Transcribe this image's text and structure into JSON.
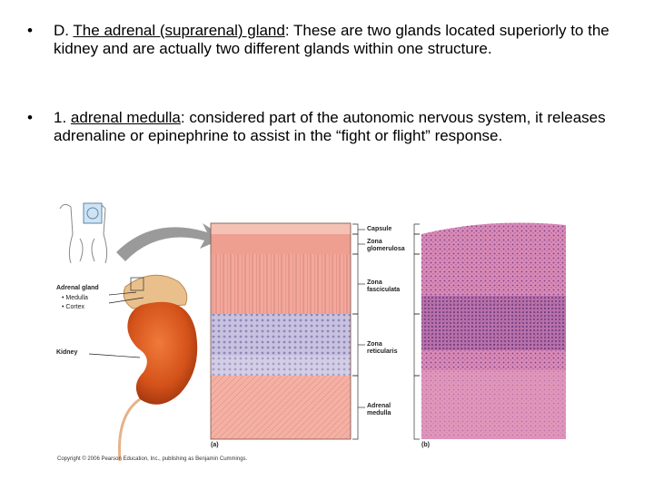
{
  "bullets": [
    {
      "marker": "•",
      "prefix": "D. ",
      "term": "The adrenal (suprarenal) gland",
      "text": ": These are two glands located superiorly to the kidney and are actually two different glands within one structure."
    },
    {
      "marker": "•",
      "prefix": "1. ",
      "term": "adrenal medulla",
      "text": ": considered part of the autonomic nervous system, it releases adrenaline or epinephrine to assist in the “fight or flight” response."
    }
  ],
  "figure": {
    "left_labels": {
      "adrenal_gland": "Adrenal gland",
      "medulla": "• Medulla",
      "cortex": "• Cortex",
      "kidney": "Kidney"
    },
    "layer_labels": {
      "capsule": "Capsule",
      "zona_glomerulosa": "Zona glomerulosa",
      "zona_fasciculata": "Zona fasciculata",
      "zona_reticularis": "Zona reticularis",
      "adrenal_medulla": "Adrenal medulla"
    },
    "panel_a": "(a)",
    "panel_b": "(b)",
    "copyright": "Copyright © 2006 Pearson Education, Inc., publishing as Benjamin Cummings."
  }
}
